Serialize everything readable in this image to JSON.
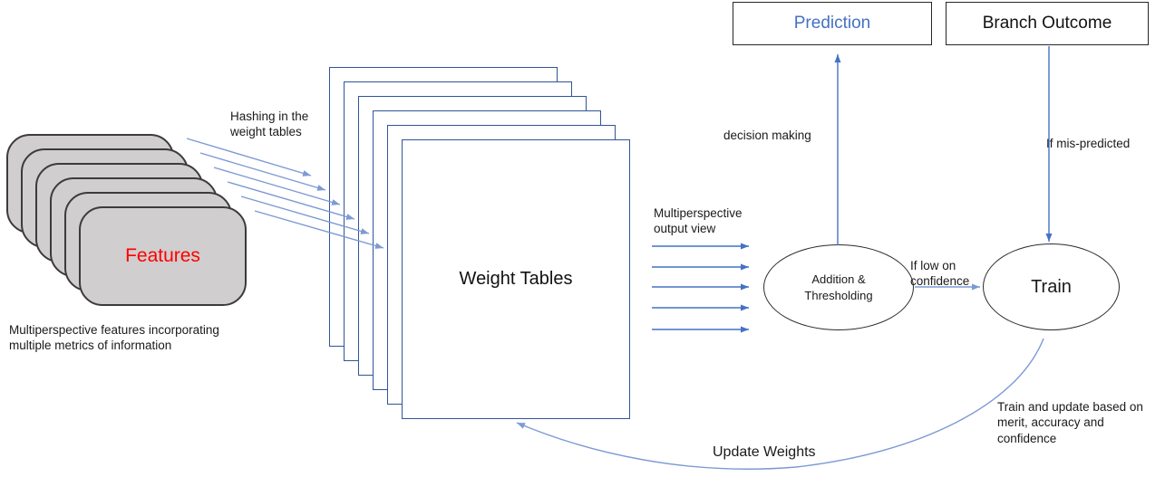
{
  "diagram": {
    "nodes": {
      "features": {
        "label": "Features",
        "layers": 6
      },
      "features_caption": "Multiperspective features incorporating\nmultiple metrics of information",
      "weight_tables": {
        "label": "Weight Tables",
        "layers": 6
      },
      "prediction": {
        "label": "Prediction"
      },
      "branch_outcome": {
        "label": "Branch Outcome"
      },
      "addition_thresholding": {
        "label": "Addition &\nThresholding"
      },
      "train": {
        "label": "Train"
      }
    },
    "edge_labels": {
      "hashing": "Hashing in the\nweight tables",
      "output_view": "Multiperspective\noutput view",
      "decision_making": "decision making",
      "mispredicted": "If mis-predicted",
      "low_confidence": "If low on\nconfidence",
      "update_weights": "Update Weights",
      "train_update": "Train and update based on\nmerit, accuracy and\nconfidence"
    },
    "colors": {
      "arrow_blue": "#4472C4",
      "arrow_light_blue": "#7D9AD4",
      "stack_border_blue": "#2F5597",
      "features_fill": "#D0CECE",
      "features_text_red": "#FF0000",
      "prediction_text_blue": "#4472C4",
      "outline_black": "#262626"
    }
  }
}
